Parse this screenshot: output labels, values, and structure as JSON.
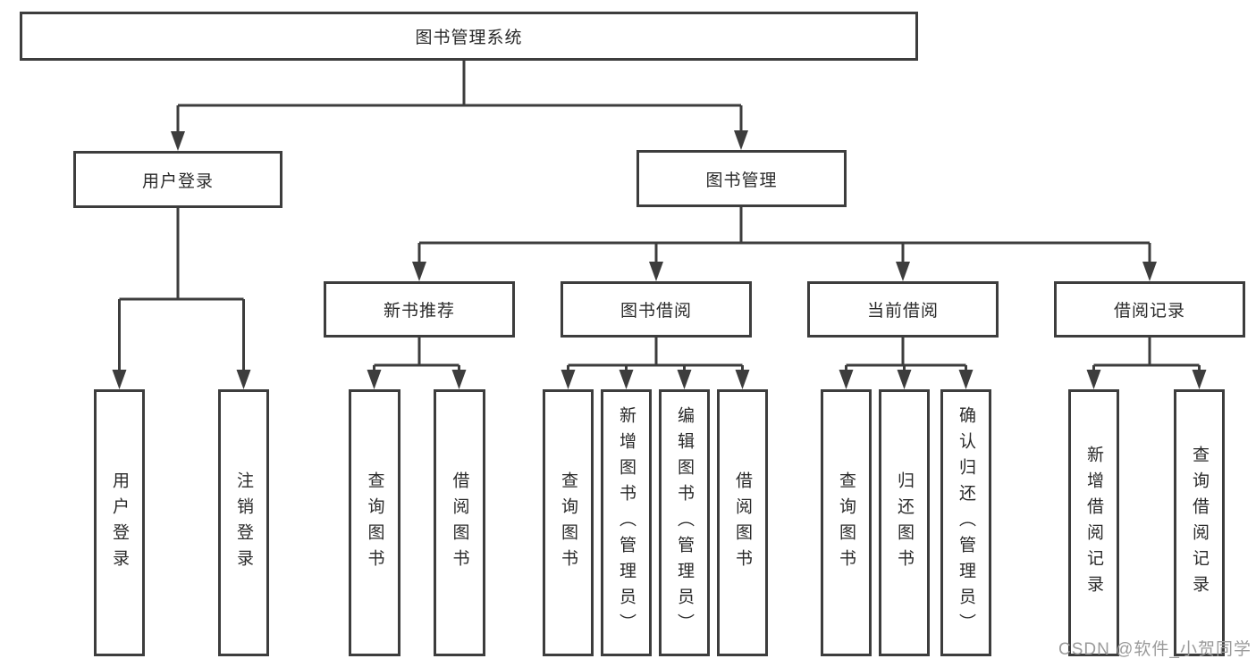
{
  "diagram_title": "图书管理系统",
  "tree": {
    "label": "图书管理系统",
    "children": [
      {
        "label": "用户登录",
        "children": [
          {
            "label": "用户登录"
          },
          {
            "label": "注销登录"
          }
        ]
      },
      {
        "label": "图书管理",
        "children": [
          {
            "label": "新书推荐",
            "children": [
              {
                "label": "查询图书"
              },
              {
                "label": "借阅图书"
              }
            ]
          },
          {
            "label": "图书借阅",
            "children": [
              {
                "label": "查询图书"
              },
              {
                "label": "新增图书（管理员）"
              },
              {
                "label": "编辑图书（管理员）"
              },
              {
                "label": "借阅图书"
              }
            ]
          },
          {
            "label": "当前借阅",
            "children": [
              {
                "label": "查询图书"
              },
              {
                "label": "归还图书"
              },
              {
                "label": "确认归还（管理员）"
              }
            ]
          },
          {
            "label": "借阅记录",
            "children": [
              {
                "label": "新增借阅记录"
              },
              {
                "label": "查询借阅记录"
              }
            ]
          }
        ]
      }
    ]
  },
  "watermark": {
    "text": "CSDN @软件_小贺同学"
  },
  "colors": {
    "line": "#3d3d3d",
    "box_border": "#3d3d3d",
    "text": "#2a2a2a",
    "watermark": "#9b9b9b",
    "background": "#ffffff"
  }
}
